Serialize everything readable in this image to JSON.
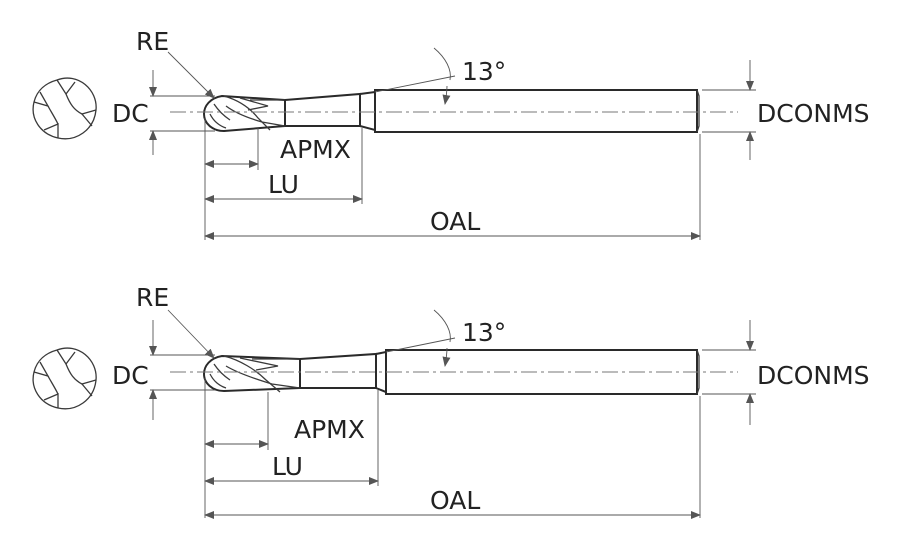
{
  "drawings": [
    {
      "labels": {
        "re": "RE",
        "dc": "DC",
        "angle": "13°",
        "apmx": "APMX",
        "lu": "LU",
        "oal": "OAL",
        "dconms": "DCONMS"
      }
    },
    {
      "labels": {
        "re": "RE",
        "dc": "DC",
        "angle": "13°",
        "apmx": "APMX",
        "lu": "LU",
        "oal": "OAL",
        "dconms": "DCONMS"
      }
    }
  ],
  "icons": {
    "end_view": "ball-end-mill-end-view-icon"
  }
}
